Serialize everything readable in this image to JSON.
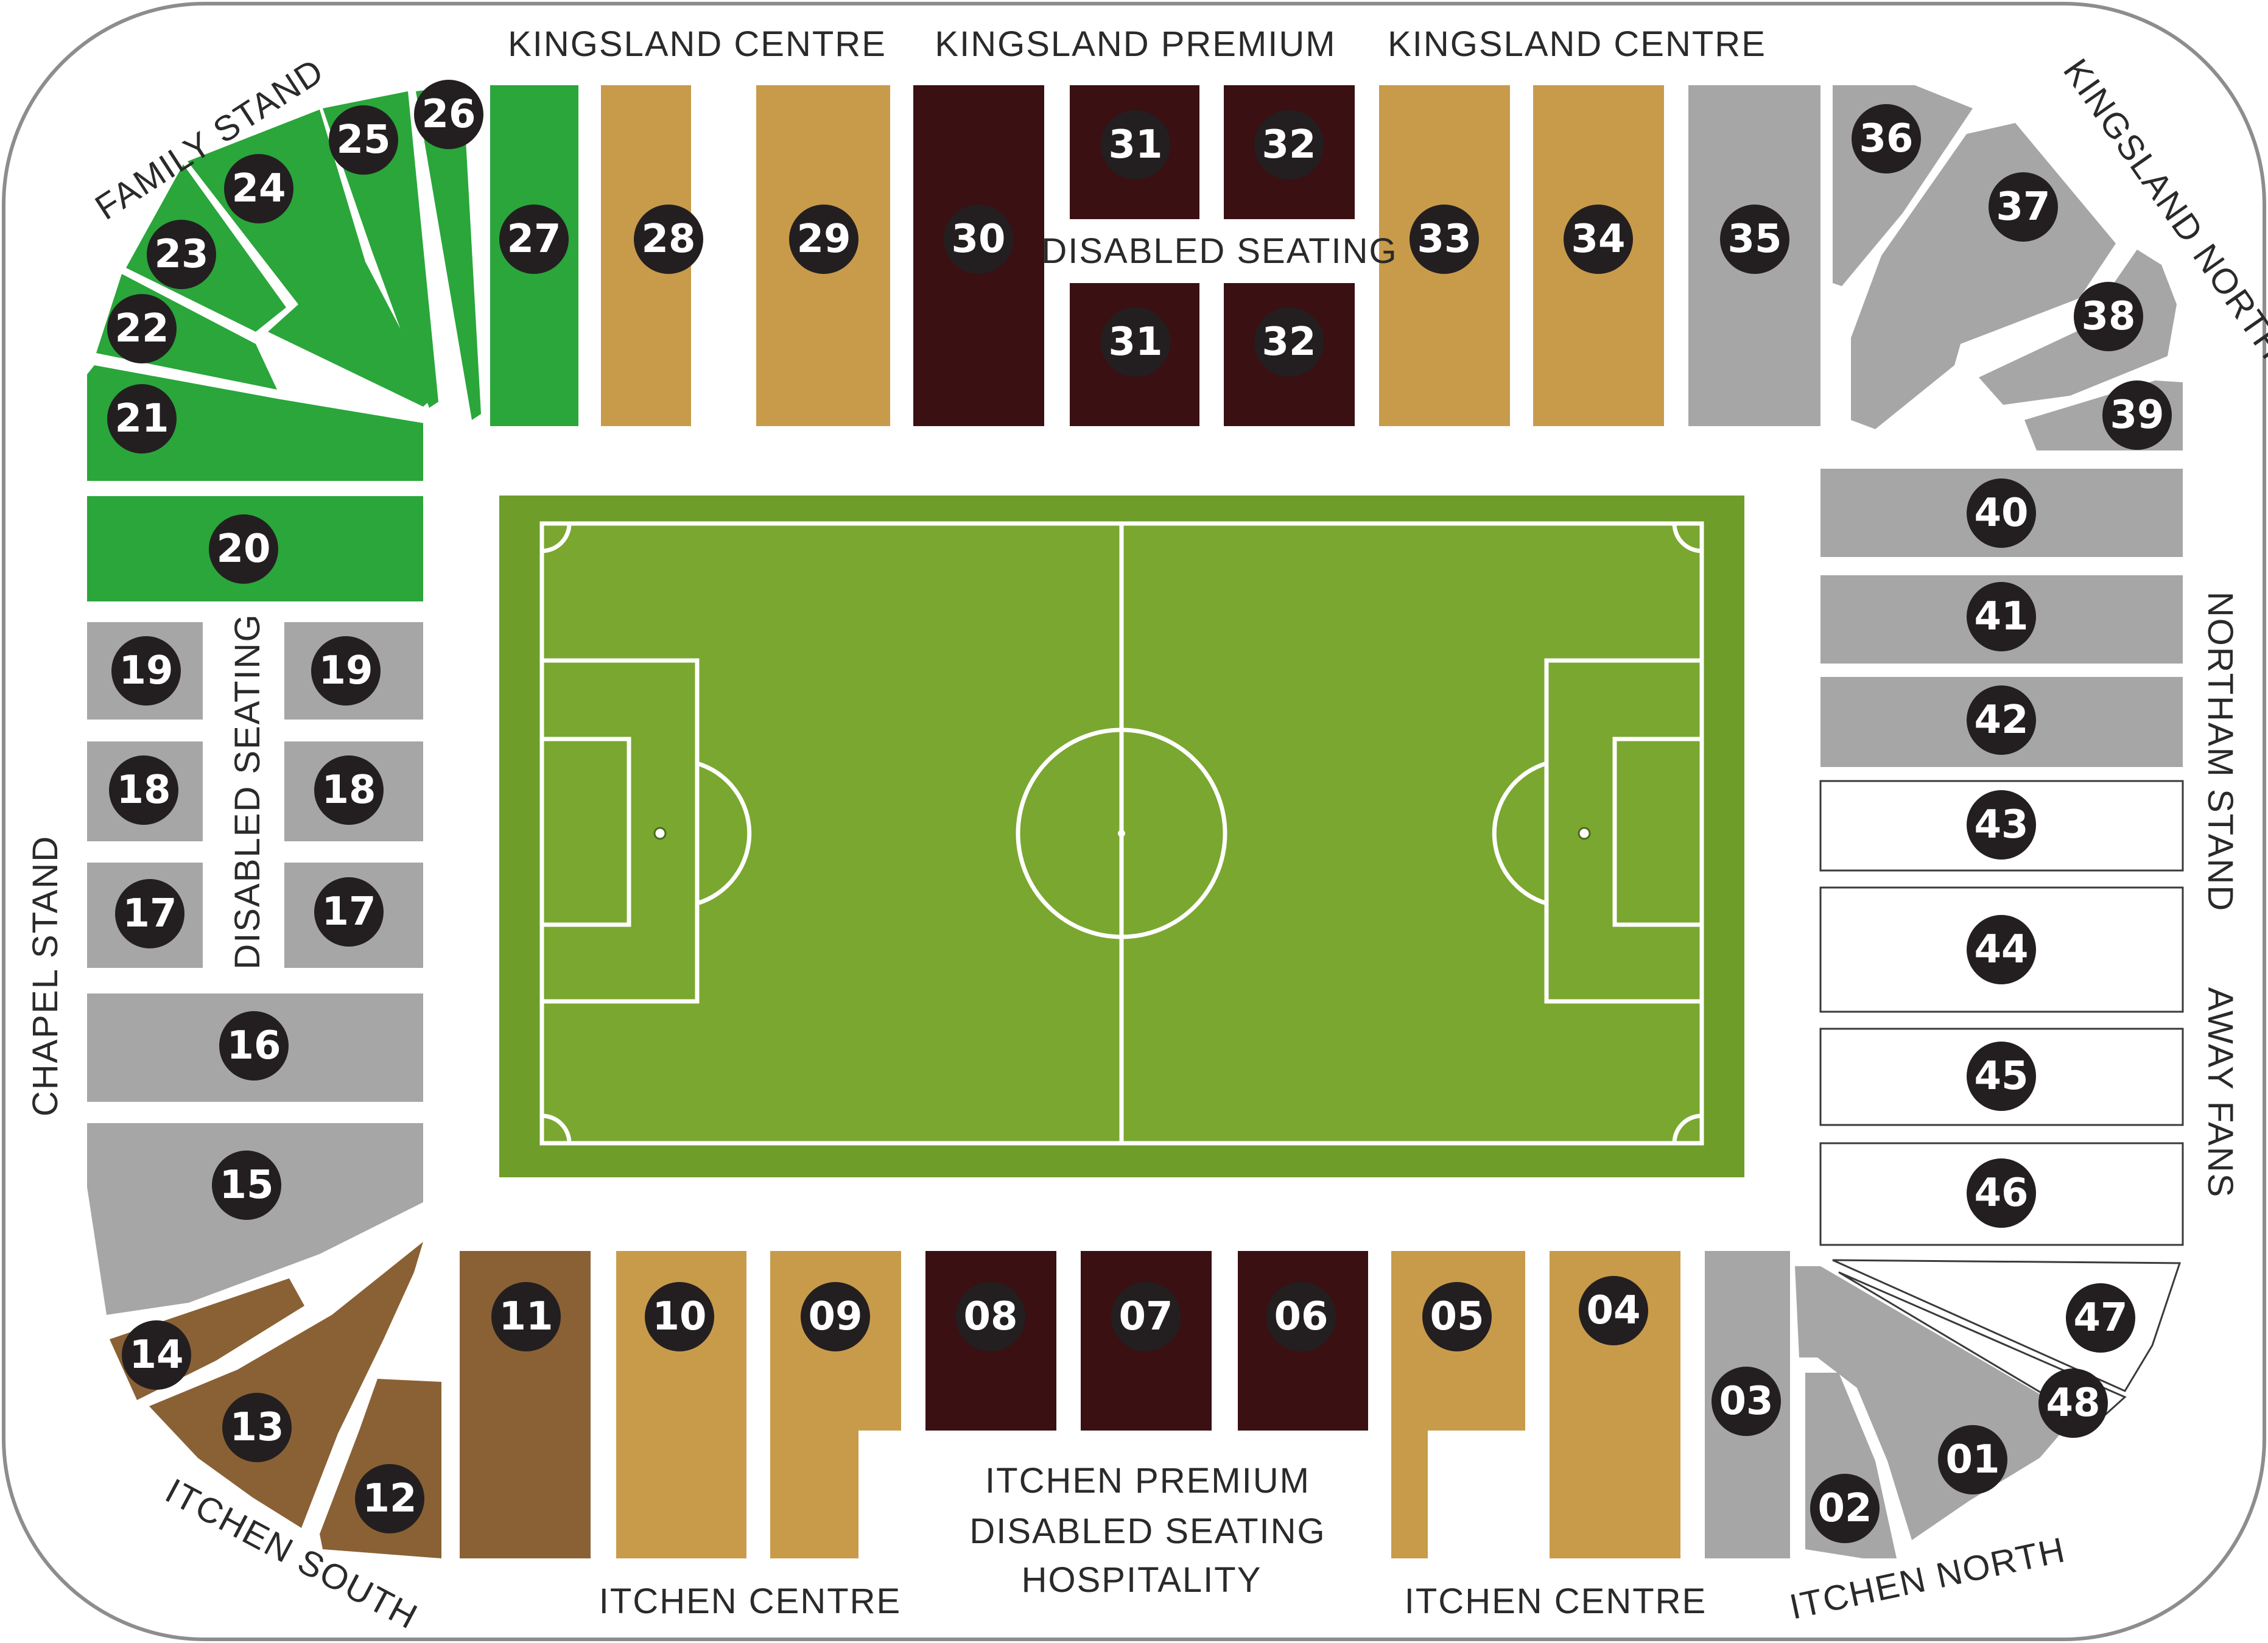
{
  "colors": {
    "family": "#2aa63b",
    "centre": "#c89b4b",
    "premium": "#3a1012",
    "south": "#8a6135",
    "grey": "#a6a6a7",
    "away": "#ffffff",
    "badge": "#231f20",
    "pitch": "#7aa72f",
    "pitch_border": "#6e9d2a"
  },
  "stand_labels": {
    "kingsland_centre_left": "KINGSLAND CENTRE",
    "kingsland_premium": "KINGSLAND PREMIUM",
    "kingsland_centre_right": "KINGSLAND CENTRE",
    "family_stand": "FAMILY STAND",
    "kingsland_north": "KINGSLAND NORTH",
    "disabled_seating_top": "DISABLED SEATING",
    "disabled_seating_left": "DISABLED SEATING",
    "chapel_stand": "CHAPEL STAND",
    "northam_stand": "NORTHAM STAND",
    "away_fans": "AWAY FANS",
    "itchen_south": "ITCHEN SOUTH",
    "itchen_centre_left": "ITCHEN CENTRE",
    "itchen_premium_1": "ITCHEN PREMIUM",
    "itchen_premium_2": "DISABLED SEATING",
    "itchen_premium_3": "HOSPITALITY",
    "itchen_centre_right": "ITCHEN CENTRE",
    "itchen_north": "ITCHEN NORTH"
  },
  "sections": [
    {
      "id": "s01",
      "label": "01",
      "zone": "grey"
    },
    {
      "id": "s02",
      "label": "02",
      "zone": "grey"
    },
    {
      "id": "s03",
      "label": "03",
      "zone": "grey"
    },
    {
      "id": "s04",
      "label": "04",
      "zone": "centre"
    },
    {
      "id": "s05",
      "label": "05",
      "zone": "centre"
    },
    {
      "id": "s06",
      "label": "06",
      "zone": "premium"
    },
    {
      "id": "s07",
      "label": "07",
      "zone": "premium"
    },
    {
      "id": "s08",
      "label": "08",
      "zone": "premium"
    },
    {
      "id": "s09",
      "label": "09",
      "zone": "centre"
    },
    {
      "id": "s10",
      "label": "10",
      "zone": "centre"
    },
    {
      "id": "s11",
      "label": "11",
      "zone": "south"
    },
    {
      "id": "s12",
      "label": "12",
      "zone": "south"
    },
    {
      "id": "s13",
      "label": "13",
      "zone": "south"
    },
    {
      "id": "s14",
      "label": "14",
      "zone": "south"
    },
    {
      "id": "s15",
      "label": "15",
      "zone": "grey"
    },
    {
      "id": "s16",
      "label": "16",
      "zone": "grey"
    },
    {
      "id": "s17a",
      "label": "17",
      "zone": "grey"
    },
    {
      "id": "s17b",
      "label": "17",
      "zone": "grey"
    },
    {
      "id": "s18a",
      "label": "18",
      "zone": "grey"
    },
    {
      "id": "s18b",
      "label": "18",
      "zone": "grey"
    },
    {
      "id": "s19a",
      "label": "19",
      "zone": "grey"
    },
    {
      "id": "s19b",
      "label": "19",
      "zone": "grey"
    },
    {
      "id": "s20",
      "label": "20",
      "zone": "family"
    },
    {
      "id": "s21",
      "label": "21",
      "zone": "family"
    },
    {
      "id": "s22",
      "label": "22",
      "zone": "family"
    },
    {
      "id": "s23",
      "label": "23",
      "zone": "family"
    },
    {
      "id": "s24",
      "label": "24",
      "zone": "family"
    },
    {
      "id": "s25",
      "label": "25",
      "zone": "family"
    },
    {
      "id": "s26",
      "label": "26",
      "zone": "family"
    },
    {
      "id": "s27",
      "label": "27",
      "zone": "family"
    },
    {
      "id": "s28",
      "label": "28",
      "zone": "centre"
    },
    {
      "id": "s29",
      "label": "29",
      "zone": "centre"
    },
    {
      "id": "s30",
      "label": "30",
      "zone": "premium"
    },
    {
      "id": "s31a",
      "label": "31",
      "zone": "premium"
    },
    {
      "id": "s31b",
      "label": "31",
      "zone": "premium"
    },
    {
      "id": "s32a",
      "label": "32",
      "zone": "premium"
    },
    {
      "id": "s32b",
      "label": "32",
      "zone": "premium"
    },
    {
      "id": "s33",
      "label": "33",
      "zone": "centre"
    },
    {
      "id": "s34",
      "label": "34",
      "zone": "centre"
    },
    {
      "id": "s35",
      "label": "35",
      "zone": "grey"
    },
    {
      "id": "s36",
      "label": "36",
      "zone": "grey"
    },
    {
      "id": "s37",
      "label": "37",
      "zone": "grey"
    },
    {
      "id": "s38",
      "label": "38",
      "zone": "grey"
    },
    {
      "id": "s39",
      "label": "39",
      "zone": "grey"
    },
    {
      "id": "s40",
      "label": "40",
      "zone": "grey"
    },
    {
      "id": "s41",
      "label": "41",
      "zone": "grey"
    },
    {
      "id": "s42",
      "label": "42",
      "zone": "grey"
    },
    {
      "id": "s43",
      "label": "43",
      "zone": "away"
    },
    {
      "id": "s44",
      "label": "44",
      "zone": "away"
    },
    {
      "id": "s45",
      "label": "45",
      "zone": "away"
    },
    {
      "id": "s46",
      "label": "46",
      "zone": "away"
    },
    {
      "id": "s47",
      "label": "47",
      "zone": "away"
    },
    {
      "id": "s48",
      "label": "48",
      "zone": "away"
    }
  ]
}
